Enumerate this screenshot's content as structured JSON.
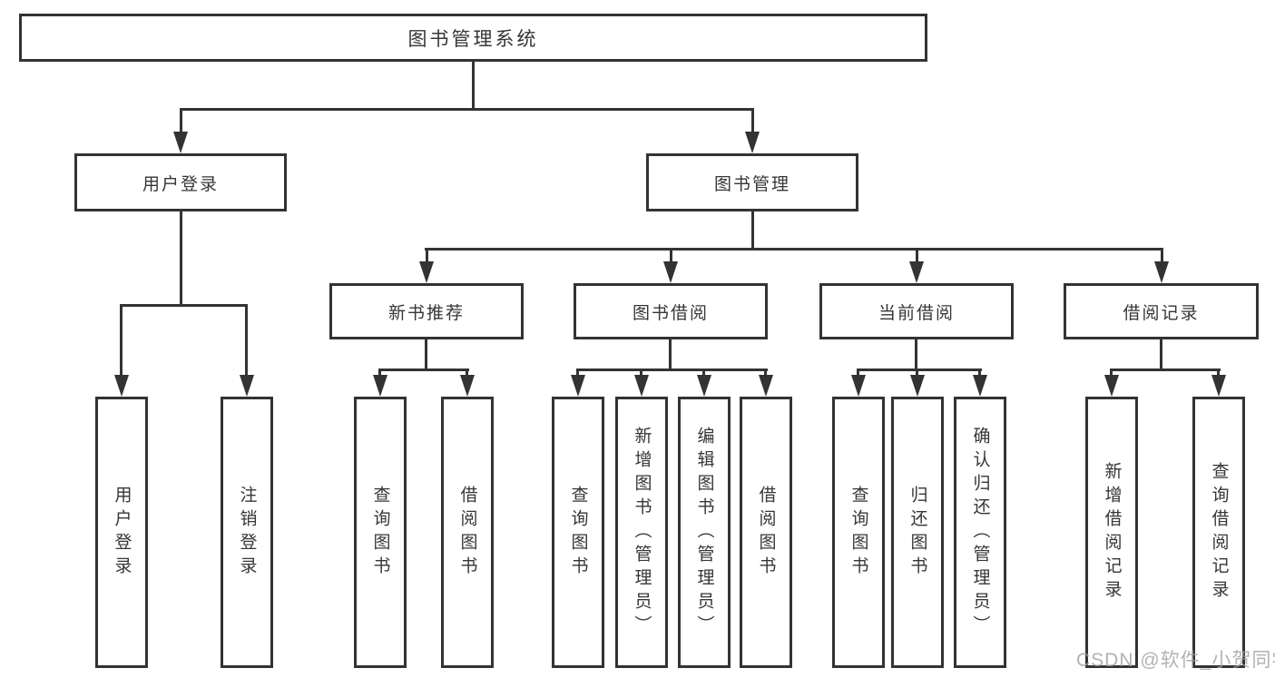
{
  "diagram": {
    "root": "图书管理系统",
    "level2": {
      "user_login": "用户登录",
      "book_mgmt": "图书管理"
    },
    "level3": {
      "new_book_rec": "新书推荐",
      "book_borrow": "图书借阅",
      "current_borrow": "当前借阅",
      "borrow_records": "借阅记录"
    },
    "leaves": {
      "user_login": [
        "用户登录",
        "注销登录"
      ],
      "new_book_rec": [
        "查询图书",
        "借阅图书"
      ],
      "book_borrow": [
        "查询图书",
        "新增图书（管理员）",
        "编辑图书（管理员）",
        "借阅图书"
      ],
      "current_borrow": [
        "查询图书",
        "归还图书",
        "确认归还（管理员）"
      ],
      "borrow_records": [
        "新增借阅记录",
        "查询借阅记录"
      ]
    },
    "colors": {
      "line": "#333333",
      "text": "#363636",
      "background": "#ffffff",
      "watermark": "#a0a0a0"
    }
  },
  "watermark": "CSDN @软件_小贺同学"
}
